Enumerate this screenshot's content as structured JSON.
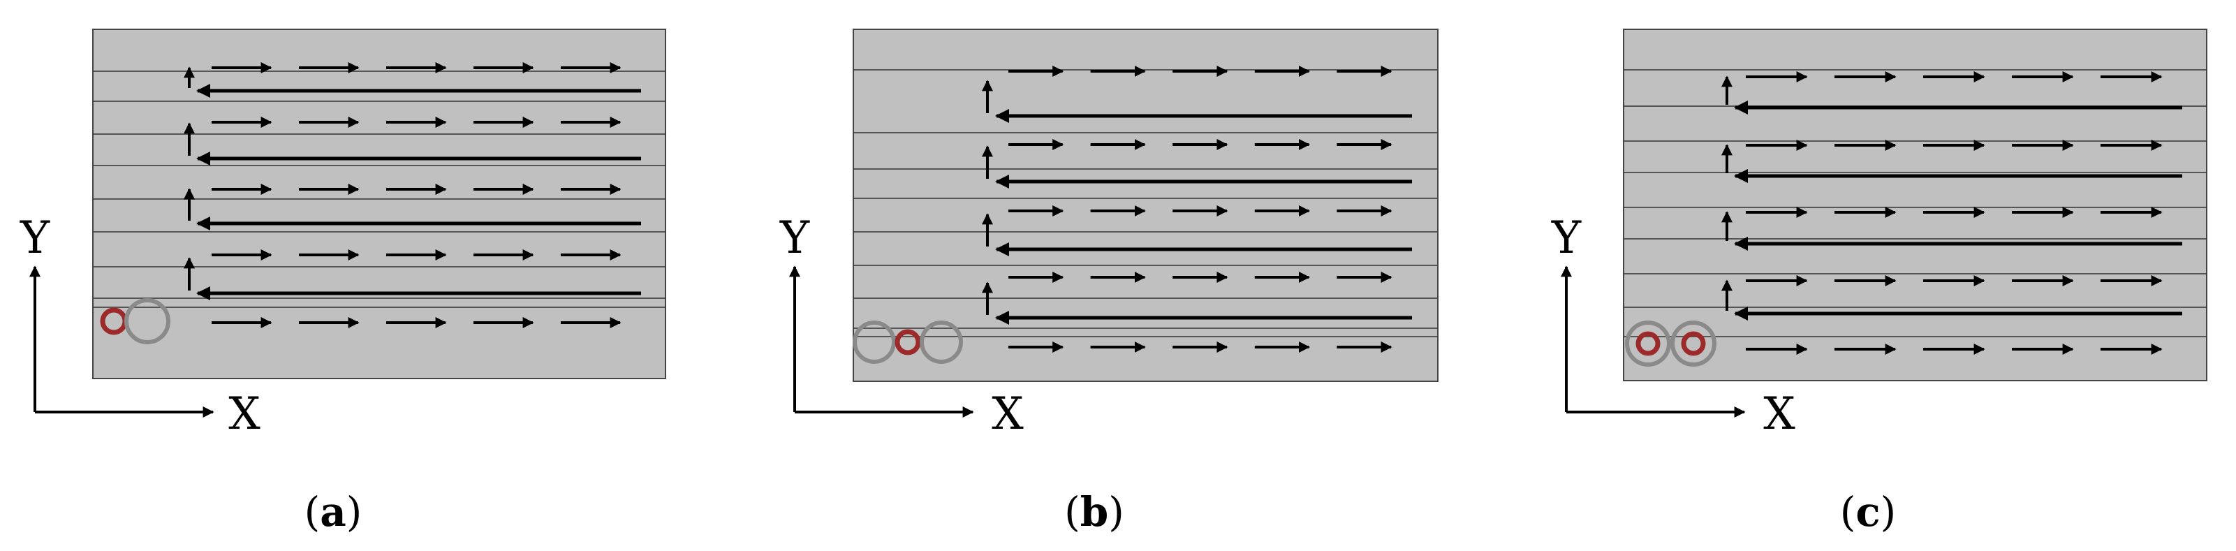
{
  "axis_labels": {
    "x": "X",
    "y": "Y"
  },
  "panels": [
    {
      "id": "a",
      "label_open": "(",
      "label_letter": "a",
      "label_close": ")",
      "tools": [
        "red",
        "gray"
      ]
    },
    {
      "id": "b",
      "label_open": "(",
      "label_letter": "b",
      "label_close": ")",
      "tools": [
        "gray",
        "red",
        "gray"
      ]
    },
    {
      "id": "c",
      "label_open": "(",
      "label_letter": "c",
      "label_close": ")",
      "tools": [
        "red-in-gray",
        "red-in-gray"
      ]
    }
  ],
  "colors": {
    "plate": "#c0c0c0",
    "plate_border": "#444444",
    "track_line": "#333333",
    "arrow": "#000000",
    "tool_red": "#9c2a2a",
    "tool_gray": "#8a8a8a"
  }
}
